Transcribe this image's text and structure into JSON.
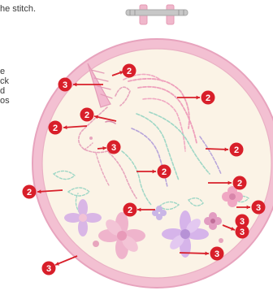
{
  "page_text": {
    "top_fragment": "he stitch.",
    "side_fragment_lines": [
      "e",
      "ck",
      "d",
      "os"
    ]
  },
  "hoop": {
    "ring_color": "#f3c0d2",
    "ring_shadow": "#e7a3bd",
    "fabric_color": "#fbf3e6",
    "screw_color": "#b9b9b9"
  },
  "callout_color": "#d81f2a",
  "callouts": [
    {
      "label": "2"
    },
    {
      "label": "3"
    },
    {
      "label": "2"
    },
    {
      "label": "2"
    },
    {
      "label": "2"
    },
    {
      "label": "3"
    },
    {
      "label": "2"
    },
    {
      "label": "2"
    },
    {
      "label": "2"
    },
    {
      "label": "2"
    },
    {
      "label": "3"
    },
    {
      "label": "2"
    },
    {
      "label": "3"
    },
    {
      "label": "3"
    },
    {
      "label": "3"
    },
    {
      "label": "3"
    }
  ]
}
